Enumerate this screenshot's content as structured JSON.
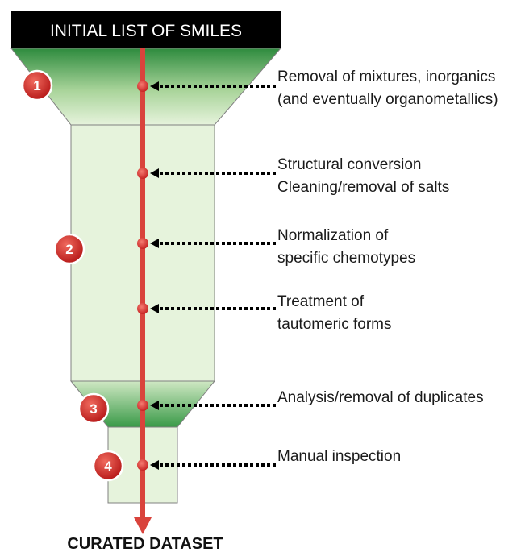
{
  "header": {
    "title": "INITIAL LIST OF SMILES"
  },
  "footer": {
    "title": "CURATED DATASET"
  },
  "badges": [
    "1",
    "2",
    "3",
    "4"
  ],
  "steps": [
    {
      "line1": "Removal of mixtures, inorganics",
      "line2": "(and eventually organometallics)"
    },
    {
      "line1": "Structural conversion",
      "line2": "Cleaning/removal of salts"
    },
    {
      "line1": "Normalization of",
      "line2": "specific chemotypes"
    },
    {
      "line1": "Treatment of",
      "line2": "tautomeric forms"
    },
    {
      "line1": "Analysis/removal of duplicates",
      "line2": ""
    },
    {
      "line1": "Manual inspection",
      "line2": ""
    }
  ],
  "colors": {
    "header_bg": "#000000",
    "funnel_dark_green": "#2e8b3e",
    "funnel_light_green": "#e6f3dc",
    "arrow_red": "#d9433c",
    "badge_red": "#cc1f1f"
  }
}
